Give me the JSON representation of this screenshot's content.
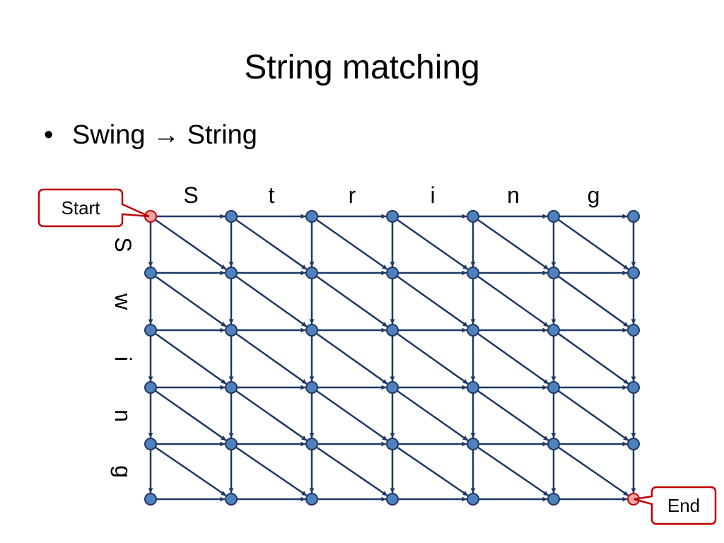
{
  "slide": {
    "title": "String matching",
    "bullet": {
      "marker": "•",
      "text": "Swing → String"
    }
  },
  "diagram": {
    "column_letters": [
      "S",
      "t",
      "r",
      "i",
      "n",
      "g"
    ],
    "row_letters": [
      "S",
      "w",
      "i",
      "n",
      "g"
    ],
    "start_label": "Start",
    "end_label": "End",
    "colors": {
      "node_fill": "#4f81bd",
      "node_stroke": "#1f3864",
      "edge": "#1f3864",
      "endpoint_fill": "#f4a6a6",
      "callout_stroke": "#c00000"
    }
  }
}
